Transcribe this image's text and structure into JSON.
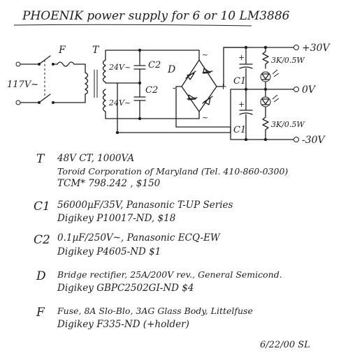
{
  "title": "PHOENIK power supply for 6 or 10  LM3886",
  "schematic": {
    "labels": {
      "mains": "117V~",
      "fuse": "F",
      "transformer": "T",
      "sec_top": "24V~",
      "sec_bottom": "24V~",
      "c2_top": "C2",
      "c2_bottom": "C2",
      "bridge": "D",
      "c1_top": "C1",
      "c1_bottom": "C1",
      "res_top": "3K/0.5W",
      "res_bottom": "3K/0.5W",
      "out_pos": "+30V",
      "out_zero": "0V",
      "out_neg": "-30V",
      "cap_plus": "+",
      "bridge_plus": "+",
      "bridge_minus": "-",
      "ac_mark": "~"
    }
  },
  "parts": [
    {
      "letter": "T",
      "lines": [
        "48V CT, 1000VA",
        "Toroid Corporation of Maryland (Tel. 410-860-0300)",
        "TCM* 798.242 , $150"
      ]
    },
    {
      "letter": "C1",
      "lines": [
        "56000µF/35V, Panasonic T-UP Series",
        "Digikey P10017-ND, $18"
      ]
    },
    {
      "letter": "C2",
      "lines": [
        "0.1µF/250V~, Panasonic ECQ-EW",
        "Digikey P4605-ND $1"
      ]
    },
    {
      "letter": "D",
      "lines": [
        "Bridge rectifier, 25A/200V rev., General Semicond.",
        "Digikey GBPC2502GI-ND $4"
      ]
    },
    {
      "letter": "F",
      "lines": [
        "Fuse, 8A Slo-Blo, 3AG Glass Body, Littelfuse",
        "Digikey F335-ND   (+holder)"
      ]
    }
  ],
  "signature": "6/22/00 SL"
}
